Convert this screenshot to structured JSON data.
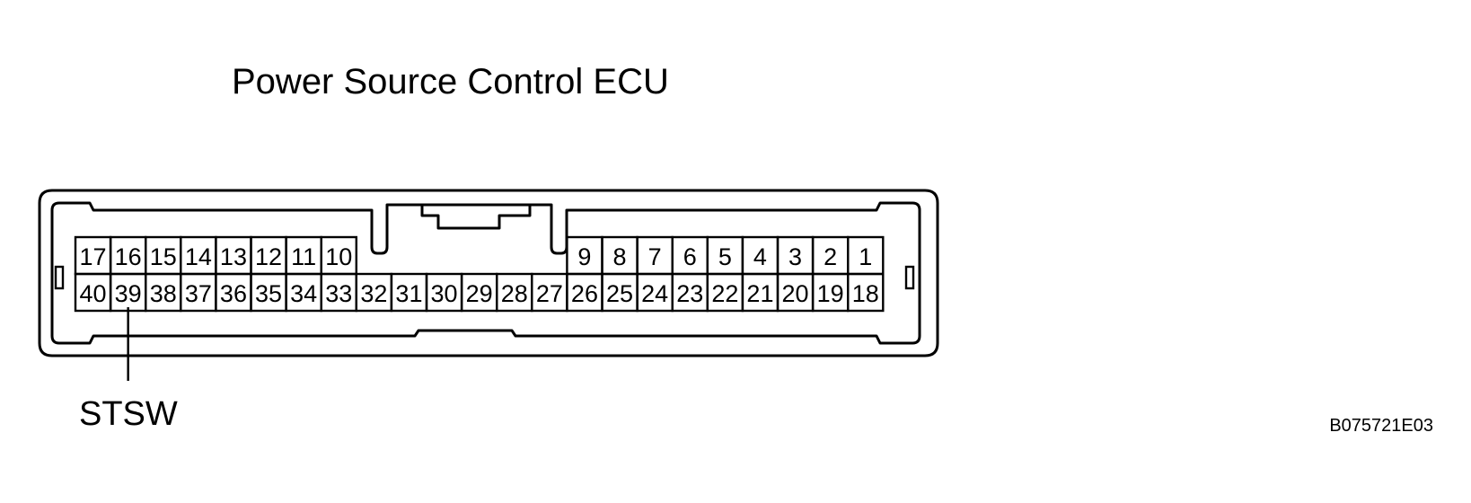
{
  "title": "Power Source Control ECU",
  "figure_code": "B075721E03",
  "signal": {
    "label": "STSW",
    "pin": "39"
  },
  "connector": {
    "top_row_left": [
      "17",
      "16",
      "15",
      "14",
      "13",
      "12",
      "11",
      "10"
    ],
    "top_row_right": [
      "9",
      "8",
      "7",
      "6",
      "5",
      "4",
      "3",
      "2",
      "1"
    ],
    "bottom_row": [
      "40",
      "39",
      "38",
      "37",
      "36",
      "35",
      "34",
      "33",
      "32",
      "31",
      "30",
      "29",
      "28",
      "27",
      "26",
      "25",
      "24",
      "23",
      "22",
      "21",
      "20",
      "19",
      "18"
    ]
  }
}
